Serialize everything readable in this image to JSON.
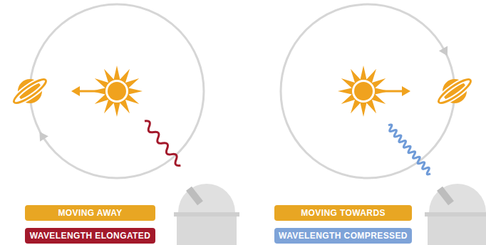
{
  "diagram": {
    "nodes": [
      {
        "text": [
          "MOVING AWAY"
        ]
      },
      {
        "text": [
          "WAVELENGTH ELONGATED"
        ]
      },
      {
        "text": [
          "MOVING TOWARDS"
        ]
      },
      {
        "text": [
          "WAVELENGTH COMPRESSED"
        ]
      }
    ],
    "edges": []
  }
}
